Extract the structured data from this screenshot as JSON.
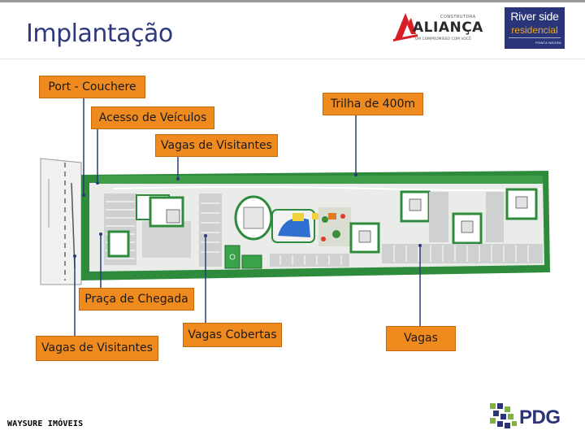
{
  "slide": {
    "title": "Implantação",
    "footer": "WAYSURE IMÓVEIS"
  },
  "logos": {
    "alianca": {
      "small_text": "CONSTRUTORA",
      "name": "ALIANÇA",
      "tagline": "UM COMPROMISSO COM VOCÊ"
    },
    "riverside": {
      "line1": "River side",
      "line2": "residencial",
      "line3": "PONTA NEGRA"
    },
    "pdg": {
      "name": "PDG"
    }
  },
  "callouts": [
    {
      "label": "Port - Couchere"
    },
    {
      "label": "Acesso de Veículos"
    },
    {
      "label": "Vagas de Visitantes"
    },
    {
      "label": "Trilha de 400m"
    },
    {
      "label": "Praça de Chegada"
    },
    {
      "label": "Vagas Cobertas"
    },
    {
      "label": "Vagas"
    },
    {
      "label": "Vagas de Visitantes"
    }
  ],
  "colors": {
    "title": "#2e3a7c",
    "callout_bg": "#ef8a1f",
    "site_green": "#2e8b3c",
    "parking_gray": "#cfd1d0",
    "leader_line": "#2b3a7a",
    "alianca_red": "#d91f26",
    "riverside_bg": "#2a3579",
    "riverside_accent": "#f0a818",
    "pdg_blue": "#2b3478",
    "pdg_green": "#7fb33b"
  }
}
